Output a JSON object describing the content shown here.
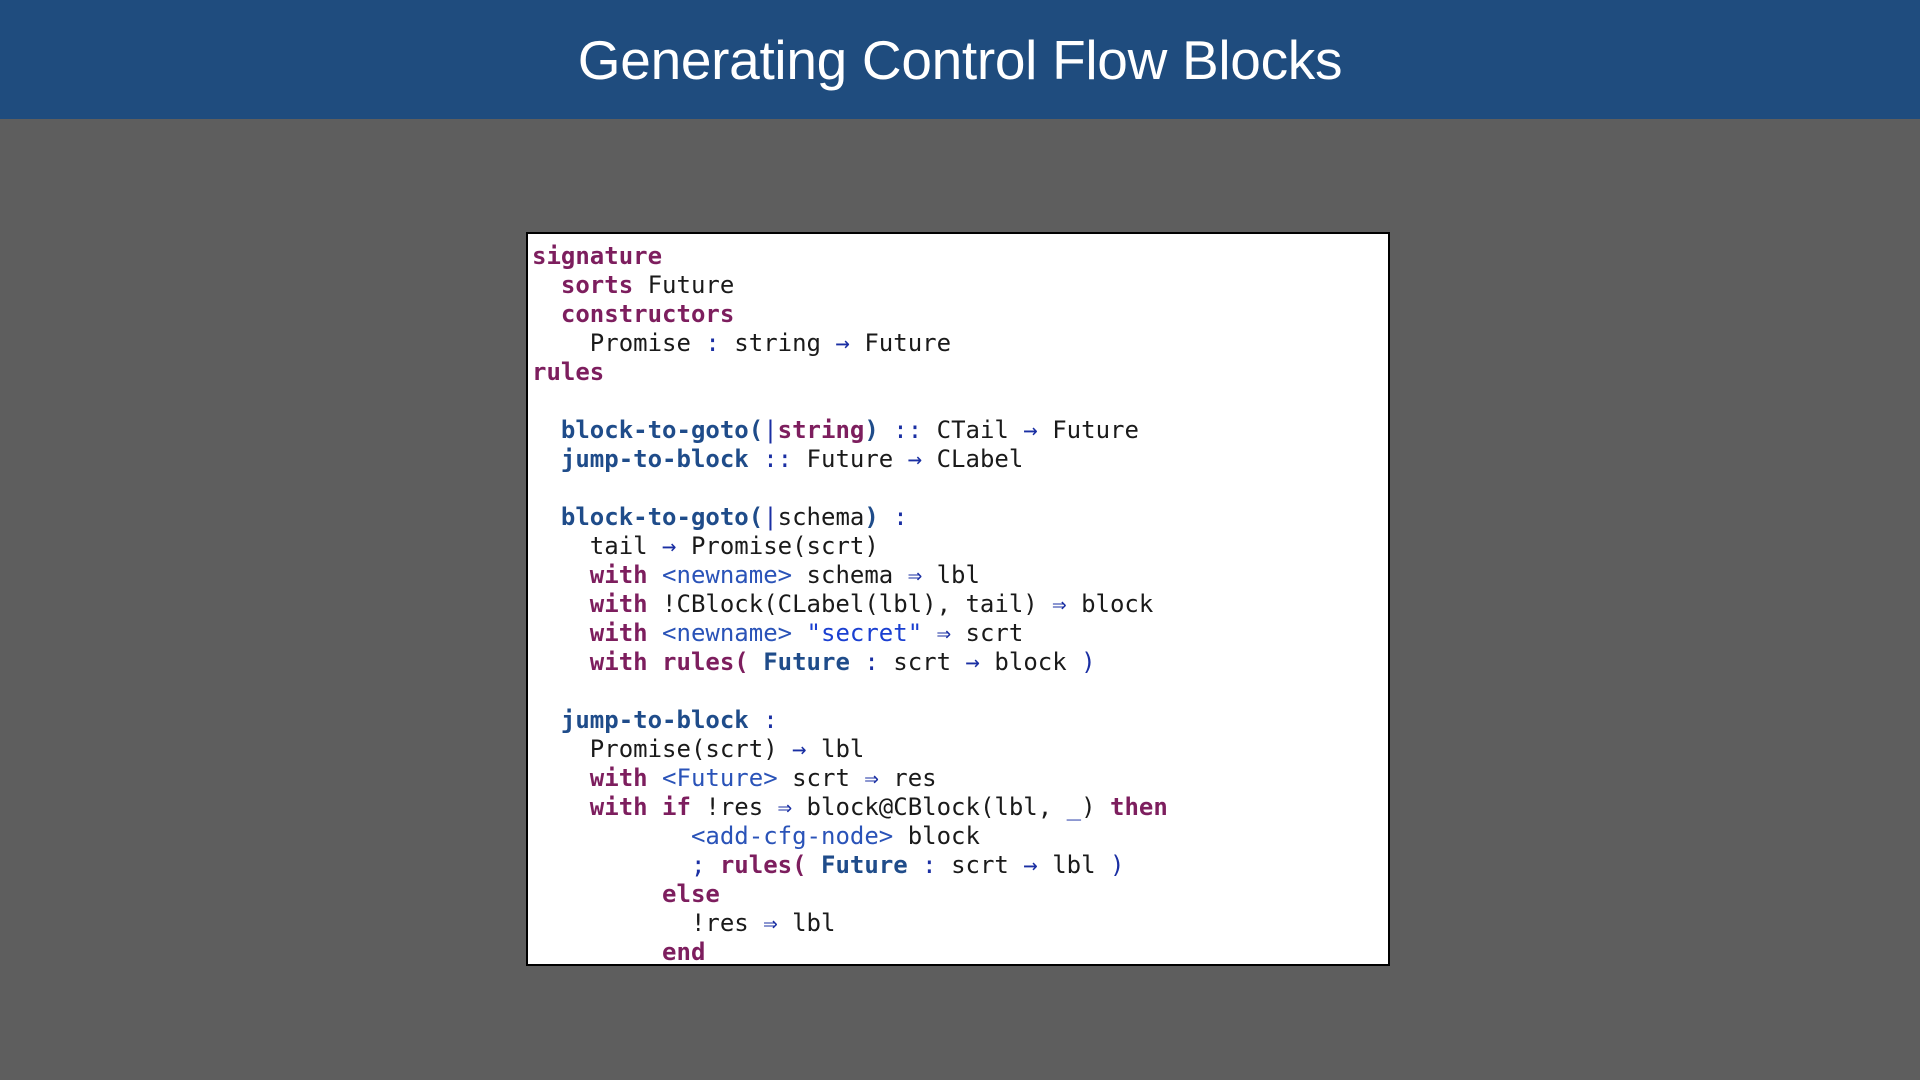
{
  "header": {
    "title": "Generating Control Flow Blocks"
  },
  "colors": {
    "header_bg": "#1f4c7e",
    "page_bg": "#5e5e5e",
    "keyword": "#7d1e5e",
    "function": "#1f4c8a",
    "operator": "#1a2fa3",
    "string": "#1a3fd1",
    "strategy_call": "#2a53b8"
  },
  "code": {
    "lines": [
      [
        {
          "t": "signature",
          "c": "kw"
        }
      ],
      [
        {
          "t": "  "
        },
        {
          "t": "sorts",
          "c": "kw"
        },
        {
          "t": " Future"
        }
      ],
      [
        {
          "t": "  "
        },
        {
          "t": "constructors",
          "c": "kw"
        }
      ],
      [
        {
          "t": "    Promise "
        },
        {
          "t": ":",
          "c": "op"
        },
        {
          "t": " string "
        },
        {
          "t": "→",
          "c": "op"
        },
        {
          "t": " Future"
        }
      ],
      [
        {
          "t": "rules",
          "c": "kw"
        }
      ],
      [],
      [
        {
          "t": "  "
        },
        {
          "t": "block-to-goto(",
          "c": "fn"
        },
        {
          "t": "|",
          "c": "op"
        },
        {
          "t": "string",
          "c": "kw"
        },
        {
          "t": ")",
          "c": "fn"
        },
        {
          "t": " "
        },
        {
          "t": "::",
          "c": "op"
        },
        {
          "t": " CTail "
        },
        {
          "t": "→",
          "c": "op"
        },
        {
          "t": " Future"
        }
      ],
      [
        {
          "t": "  "
        },
        {
          "t": "jump-to-block",
          "c": "fn"
        },
        {
          "t": " "
        },
        {
          "t": "::",
          "c": "op"
        },
        {
          "t": " Future "
        },
        {
          "t": "→",
          "c": "op"
        },
        {
          "t": " CLabel"
        }
      ],
      [],
      [
        {
          "t": "  "
        },
        {
          "t": "block-to-goto(",
          "c": "fn"
        },
        {
          "t": "|",
          "c": "op"
        },
        {
          "t": "schema"
        },
        {
          "t": ")",
          "c": "fn"
        },
        {
          "t": " "
        },
        {
          "t": ":",
          "c": "op"
        }
      ],
      [
        {
          "t": "    tail "
        },
        {
          "t": "→",
          "c": "op"
        },
        {
          "t": " Promise(scrt)"
        }
      ],
      [
        {
          "t": "    "
        },
        {
          "t": "with",
          "c": "kw"
        },
        {
          "t": " "
        },
        {
          "t": "<newname>",
          "c": "call"
        },
        {
          "t": " schema "
        },
        {
          "t": "⇒",
          "c": "op"
        },
        {
          "t": " lbl"
        }
      ],
      [
        {
          "t": "    "
        },
        {
          "t": "with",
          "c": "kw"
        },
        {
          "t": " !CBlock(CLabel(lbl), tail) "
        },
        {
          "t": "⇒",
          "c": "op"
        },
        {
          "t": " block"
        }
      ],
      [
        {
          "t": "    "
        },
        {
          "t": "with",
          "c": "kw"
        },
        {
          "t": " "
        },
        {
          "t": "<newname>",
          "c": "call"
        },
        {
          "t": " "
        },
        {
          "t": "\"secret\"",
          "c": "str"
        },
        {
          "t": " "
        },
        {
          "t": "⇒",
          "c": "op"
        },
        {
          "t": " scrt"
        }
      ],
      [
        {
          "t": "    "
        },
        {
          "t": "with",
          "c": "kw"
        },
        {
          "t": " "
        },
        {
          "t": "rules(",
          "c": "kw"
        },
        {
          "t": " "
        },
        {
          "t": "Future",
          "c": "fn"
        },
        {
          "t": " "
        },
        {
          "t": ":",
          "c": "op"
        },
        {
          "t": " scrt "
        },
        {
          "t": "→",
          "c": "op"
        },
        {
          "t": " block "
        },
        {
          "t": ")",
          "c": "op"
        }
      ],
      [],
      [
        {
          "t": "  "
        },
        {
          "t": "jump-to-block",
          "c": "fn"
        },
        {
          "t": " "
        },
        {
          "t": ":",
          "c": "op"
        }
      ],
      [
        {
          "t": "    Promise(scrt) "
        },
        {
          "t": "→",
          "c": "op"
        },
        {
          "t": " lbl"
        }
      ],
      [
        {
          "t": "    "
        },
        {
          "t": "with",
          "c": "kw"
        },
        {
          "t": " "
        },
        {
          "t": "<Future>",
          "c": "call"
        },
        {
          "t": " scrt "
        },
        {
          "t": "⇒",
          "c": "op"
        },
        {
          "t": " res"
        }
      ],
      [
        {
          "t": "    "
        },
        {
          "t": "with",
          "c": "kw"
        },
        {
          "t": " "
        },
        {
          "t": "if",
          "c": "kw"
        },
        {
          "t": " !res "
        },
        {
          "t": "⇒",
          "c": "op"
        },
        {
          "t": " block@CBlock(lbl, "
        },
        {
          "t": "_",
          "c": "op"
        },
        {
          "t": ") "
        },
        {
          "t": "then",
          "c": "kw"
        }
      ],
      [
        {
          "t": "           "
        },
        {
          "t": "<add-cfg-node>",
          "c": "call"
        },
        {
          "t": " block"
        }
      ],
      [
        {
          "t": "           "
        },
        {
          "t": ";",
          "c": "op"
        },
        {
          "t": " "
        },
        {
          "t": "rules(",
          "c": "kw"
        },
        {
          "t": " "
        },
        {
          "t": "Future",
          "c": "fn"
        },
        {
          "t": " "
        },
        {
          "t": ":",
          "c": "op"
        },
        {
          "t": " scrt "
        },
        {
          "t": "→",
          "c": "op"
        },
        {
          "t": " lbl "
        },
        {
          "t": ")",
          "c": "op"
        }
      ],
      [
        {
          "t": "         "
        },
        {
          "t": "else",
          "c": "kw"
        }
      ],
      [
        {
          "t": "           !res "
        },
        {
          "t": "⇒",
          "c": "op"
        },
        {
          "t": " lbl"
        }
      ],
      [
        {
          "t": "         "
        },
        {
          "t": "end",
          "c": "kw"
        }
      ]
    ]
  }
}
